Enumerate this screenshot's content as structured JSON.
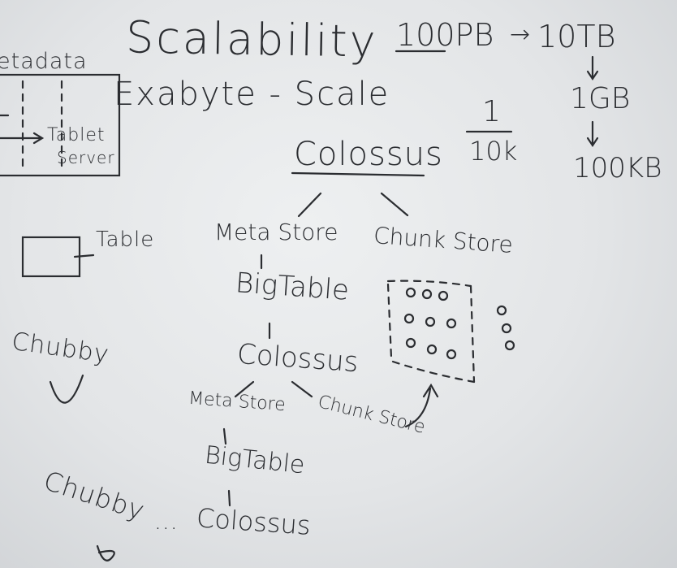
{
  "board": {
    "title": "Scalability",
    "subtitle": "Exabyte - Scale",
    "left_box": {
      "header": "etadata",
      "label_line1": "Tablet",
      "label_line2": "Server"
    },
    "size_chain": [
      "100PB",
      "→",
      "10TB",
      "1GB",
      "100KB"
    ],
    "ratio": {
      "numerator": "1",
      "denominator": "10k"
    },
    "tree_top": {
      "root": "Colossus",
      "left_child": "Meta Store",
      "right_child": "Chunk Store",
      "bigtable": "BigTable",
      "colossus": "Colossus"
    },
    "tree_nested": {
      "meta_store": "Meta Store",
      "chunk_store": "Chunk Store",
      "bigtable": "BigTable",
      "ellipsis": "...",
      "colossus": "Colossus"
    },
    "table_label": "Table",
    "chubby_top": "Chubby",
    "chubby_bottom": "Chubby"
  }
}
